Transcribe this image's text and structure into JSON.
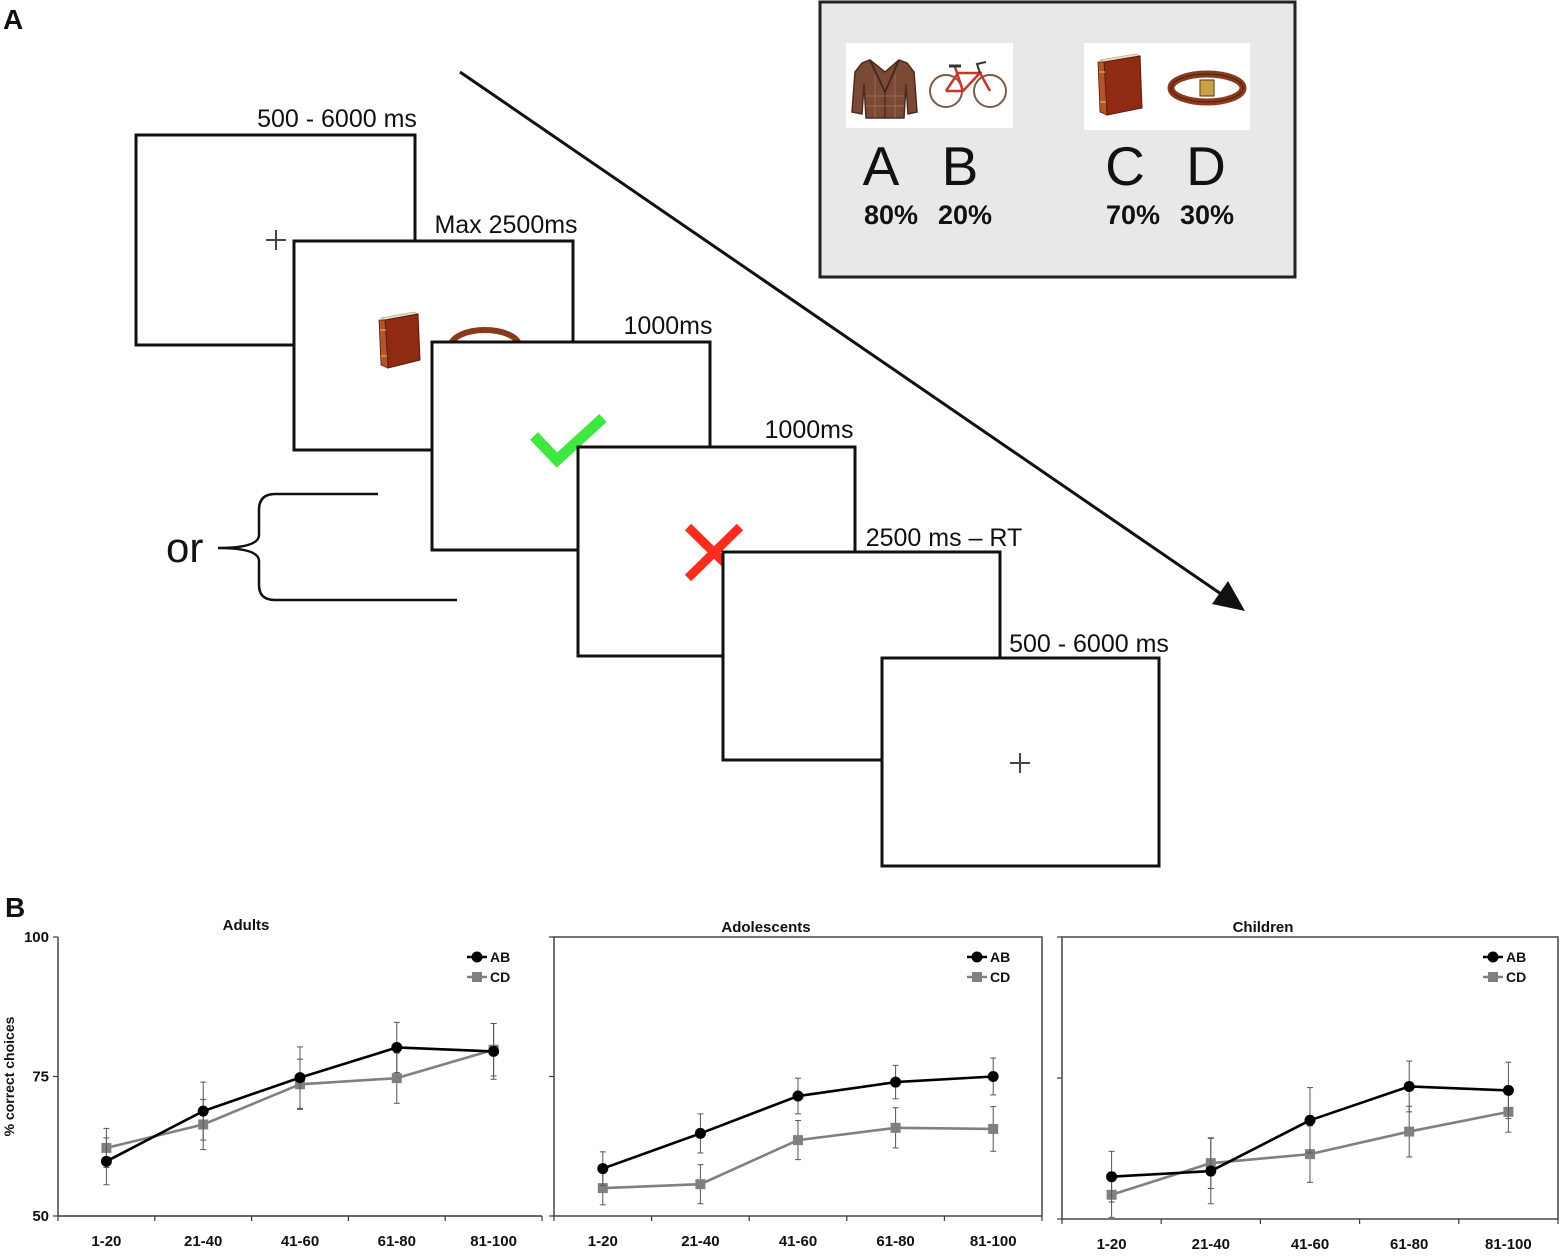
{
  "panel_a": {
    "label": "A",
    "pairs": [
      {
        "items": [
          {
            "icon": "jacket-icon",
            "letter": "A",
            "percent": "80%",
            "color": "#44e844"
          },
          {
            "icon": "bicycle-icon",
            "letter": "B",
            "percent": "20%",
            "color": "#ff2b1c"
          }
        ]
      },
      {
        "items": [
          {
            "icon": "book-icon",
            "letter": "C",
            "percent": "70%",
            "color": "#44e844"
          },
          {
            "icon": "belt-icon",
            "letter": "D",
            "percent": "30%",
            "color": "#ff2b1c"
          }
        ]
      }
    ],
    "screens": [
      {
        "duration": "500 - 6000 ms",
        "icon": "fixation-cross-icon"
      },
      {
        "duration": "Max 2500ms",
        "icons": [
          "book-icon",
          "belt-icon"
        ]
      },
      {
        "duration": "1000ms",
        "icon": "checkmark-icon",
        "color": "#3ee83e"
      },
      {
        "duration": "1000ms",
        "icon": "cross-mark-icon",
        "color": "#ff2b1c"
      },
      {
        "duration": "2500 ms – RT"
      },
      {
        "duration": "500 - 6000 ms",
        "icon": "fixation-cross-icon"
      }
    ],
    "alternative_label": "or"
  },
  "panel_b": {
    "label": "B"
  },
  "chart_data": [
    {
      "type": "line",
      "title": "Adults",
      "categories": [
        "1-20",
        "21-40",
        "41-60",
        "61-80",
        "81-100"
      ],
      "xlabel": "",
      "ylabel": "% correct choices",
      "ylim": [
        50,
        100
      ],
      "yticks": [
        50,
        75,
        100
      ],
      "show_ytick_labels": true,
      "box": false,
      "grid": false,
      "legend": "top-right",
      "series": [
        {
          "name": "AB",
          "values": [
            59.8,
            68.8,
            74.8,
            80.2,
            79.5
          ],
          "errors": [
            4.2,
            5.2,
            5.5,
            4.5,
            5.0
          ],
          "color": "#000000",
          "marker": "circle"
        },
        {
          "name": "CD",
          "values": [
            62.2,
            66.4,
            73.6,
            74.7,
            79.8
          ],
          "errors": [
            3.5,
            4.5,
            4.5,
            4.5,
            4.7
          ],
          "color": "#808080",
          "marker": "square"
        }
      ]
    },
    {
      "type": "line",
      "title": "Adolescents",
      "categories": [
        "1-20",
        "21-40",
        "41-60",
        "61-80",
        "81-100"
      ],
      "xlabel": "",
      "ylabel": "",
      "ylim": [
        50,
        100
      ],
      "yticks": [
        50,
        75,
        100
      ],
      "show_ytick_labels": false,
      "box": true,
      "grid": false,
      "legend": "top-right",
      "series": [
        {
          "name": "AB",
          "values": [
            58.5,
            64.8,
            71.5,
            74.0,
            75.0
          ],
          "errors": [
            3.0,
            3.5,
            3.2,
            3.0,
            3.3
          ],
          "color": "#000000",
          "marker": "circle"
        },
        {
          "name": "CD",
          "values": [
            55.0,
            55.7,
            63.6,
            65.8,
            65.6
          ],
          "errors": [
            3.0,
            3.5,
            3.5,
            3.6,
            4.0
          ],
          "color": "#808080",
          "marker": "square"
        }
      ]
    },
    {
      "type": "line",
      "title": "Children",
      "categories": [
        "1-20",
        "21-40",
        "41-60",
        "61-80",
        "81-100"
      ],
      "xlabel": "",
      "ylabel": "",
      "ylim": [
        50,
        100
      ],
      "yticks": [
        50,
        75,
        100
      ],
      "show_ytick_labels": false,
      "box": true,
      "grid": false,
      "legend": "top-right",
      "series": [
        {
          "name": "AB",
          "values": [
            57.5,
            58.5,
            67.5,
            73.5,
            72.8
          ],
          "errors": [
            4.5,
            5.8,
            5.8,
            4.5,
            5.0
          ],
          "color": "#000000",
          "marker": "circle"
        },
        {
          "name": "CD",
          "values": [
            54.3,
            59.9,
            61.5,
            65.5,
            69.0
          ],
          "errors": [
            4.0,
            4.5,
            5.0,
            4.5,
            3.6
          ],
          "color": "#808080",
          "marker": "square"
        }
      ]
    }
  ]
}
